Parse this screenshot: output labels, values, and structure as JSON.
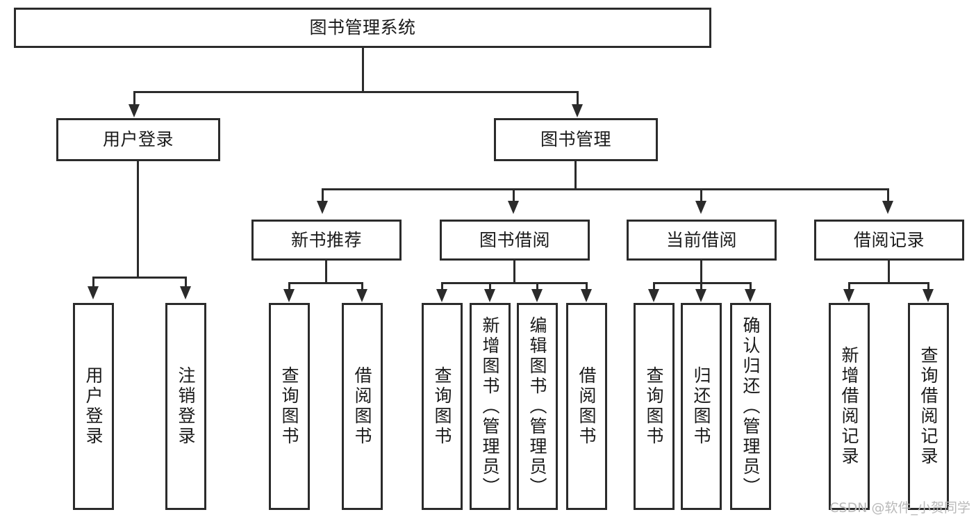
{
  "diagram": {
    "title": "图书管理系统",
    "type": "hierarchy-tree",
    "root": {
      "id": "root",
      "label": "图书管理系统",
      "level": 1
    },
    "level2": [
      {
        "id": "user-login",
        "label": "用户登录"
      },
      {
        "id": "book-management",
        "label": "图书管理"
      }
    ],
    "level3": [
      {
        "id": "new-book-recommend",
        "label": "新书推荐",
        "parent": "book-management"
      },
      {
        "id": "book-borrow",
        "label": "图书借阅",
        "parent": "book-management"
      },
      {
        "id": "current-borrow",
        "label": "当前借阅",
        "parent": "book-management"
      },
      {
        "id": "borrow-record",
        "label": "借阅记录",
        "parent": "book-management"
      }
    ],
    "leaves": [
      {
        "id": "leaf-user-login",
        "label": "用户登录",
        "parent": "user-login"
      },
      {
        "id": "leaf-user-logout",
        "label": "注销登录",
        "parent": "user-login"
      },
      {
        "id": "leaf-query-book-1",
        "label": "查询图书",
        "parent": "new-book-recommend"
      },
      {
        "id": "leaf-borrow-book-1",
        "label": "借阅图书",
        "parent": "new-book-recommend"
      },
      {
        "id": "leaf-query-book-2",
        "label": "查询图书",
        "parent": "book-borrow"
      },
      {
        "id": "leaf-add-book",
        "label": "新增图书（管理员）",
        "parent": "book-borrow"
      },
      {
        "id": "leaf-edit-book",
        "label": "编辑图书（管理员）",
        "parent": "book-borrow"
      },
      {
        "id": "leaf-borrow-book-2",
        "label": "借阅图书",
        "parent": "book-borrow"
      },
      {
        "id": "leaf-query-book-3",
        "label": "查询图书",
        "parent": "current-borrow"
      },
      {
        "id": "leaf-return-book",
        "label": "归还图书",
        "parent": "current-borrow"
      },
      {
        "id": "leaf-confirm-return",
        "label": "确认归还（管理员）",
        "parent": "current-borrow"
      },
      {
        "id": "leaf-add-record",
        "label": "新增借阅记录",
        "parent": "borrow-record"
      },
      {
        "id": "leaf-query-record",
        "label": "查询借阅记录",
        "parent": "borrow-record"
      }
    ],
    "colors": {
      "stroke": "#2b2b2b",
      "fill": "#ffffff",
      "text": "#1a1a1a",
      "watermark": "#b9b9b9"
    }
  },
  "watermark": {
    "text": "CSDN @软件_小贺同学"
  }
}
